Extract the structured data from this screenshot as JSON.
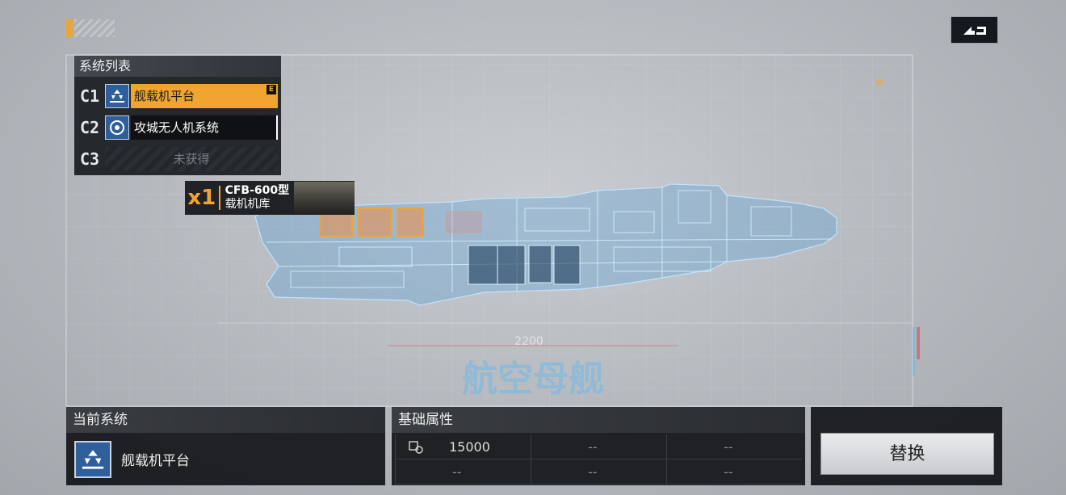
{
  "system_list": {
    "title": "系统列表",
    "items": [
      {
        "code": "C1",
        "name": "舰载机平台",
        "badge": "E",
        "selected": true
      },
      {
        "code": "C2",
        "name": "攻城无人机系统",
        "selected": false
      },
      {
        "code": "C3",
        "name": "未获得",
        "locked": true
      }
    ]
  },
  "module_tag": {
    "count": "x1",
    "line1": "CFB-600型",
    "line2": "载机机库"
  },
  "ship_view": {
    "title": "航空母舰",
    "dimension": "2200"
  },
  "current_system": {
    "title": "当前系统",
    "name": "舰载机平台"
  },
  "attributes": {
    "title": "基础属性",
    "cells": [
      "15000",
      "--",
      "--",
      "--",
      "--",
      "--"
    ]
  },
  "replace_button": "替换",
  "colors": {
    "accent": "#f0a531",
    "blueprint": "#6fb8e8",
    "icon_bg": "#2f5f9a"
  }
}
